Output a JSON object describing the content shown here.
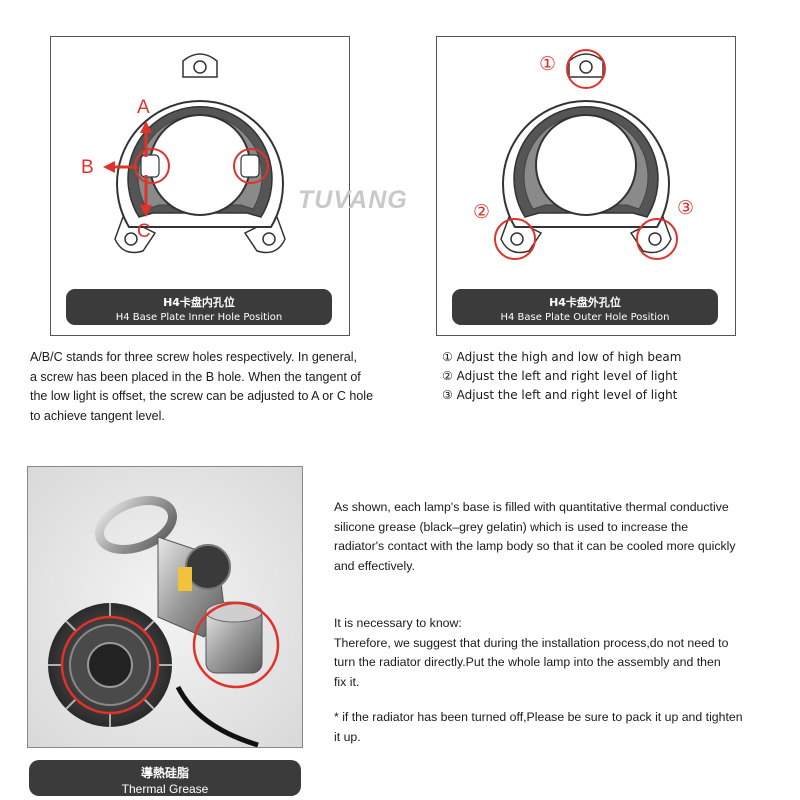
{
  "watermark": "TUVANG",
  "inner_panel": {
    "label_a": "A",
    "label_b": "B",
    "label_c": "C",
    "caption_cn": "H4卡盘内孔位",
    "caption_en": "H4 Base Plate Inner Hole Position"
  },
  "outer_panel": {
    "marker_1": "①",
    "marker_2": "②",
    "marker_3": "③",
    "caption_cn": "H4卡盘外孔位",
    "caption_en": "H4 Base Plate Outer Hole Position"
  },
  "inner_desc": [
    "A/B/C stands for three screw holes respectively.  In general,",
    "a screw has been placed in the B hole. When the tangent of",
    "the low light is offset, the screw can be adjusted to A or C hole",
    "to achieve tangent level."
  ],
  "outer_notes": [
    "① Adjust the high and low of high beam",
    "② Adjust the left and right level of light",
    "③ Adjust the left and right level of light"
  ],
  "grease_desc": [
    "As shown, each lamp's base is filled with quantitative thermal conductive",
    "silicone grease (black–grey gelatin) which is used to increase the",
    "radiator's contact with the lamp body so that it can be cooled more quickly",
    "and effectively."
  ],
  "know_block": [
    "It is necessary to know:",
    "Therefore, we suggest that during the installation process,do not need to",
    "turn the radiator directly.Put the whole lamp into the assembly and then",
    "fix it."
  ],
  "warning_block": [
    "* if the radiator has been turned off,Please be sure to pack it up and tighten",
    "it up."
  ],
  "photo_caption": {
    "cn": "導熱硅脂",
    "en": "Thermal Grease"
  },
  "colors": {
    "accent_red": "#e0322a",
    "caption_bg": "#3b3b3b",
    "ring_dark": "#4a4a4a"
  }
}
